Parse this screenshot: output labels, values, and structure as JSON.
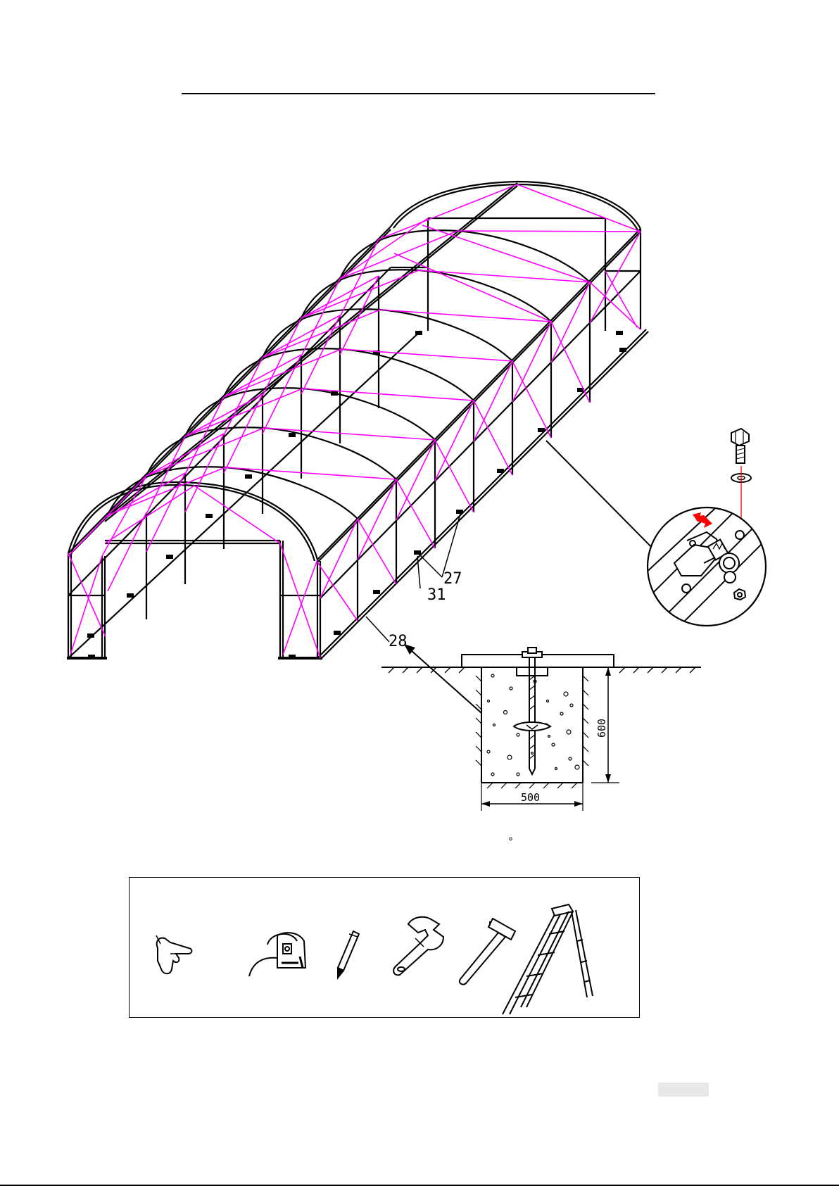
{
  "callouts": {
    "c27": "27",
    "c31": "31",
    "c28": "28"
  },
  "foundation": {
    "depth": "600",
    "width": "500"
  },
  "caption_mark": "°",
  "tools": [
    "hand-pointer-icon",
    "tape-measure-icon",
    "pencil-icon",
    "adjustable-wrench-icon",
    "hammer-icon",
    "step-ladder-icon"
  ],
  "colors": {
    "frame": "#000000",
    "bracing": "#ff00ff",
    "arrow_red": "#ff0000"
  }
}
